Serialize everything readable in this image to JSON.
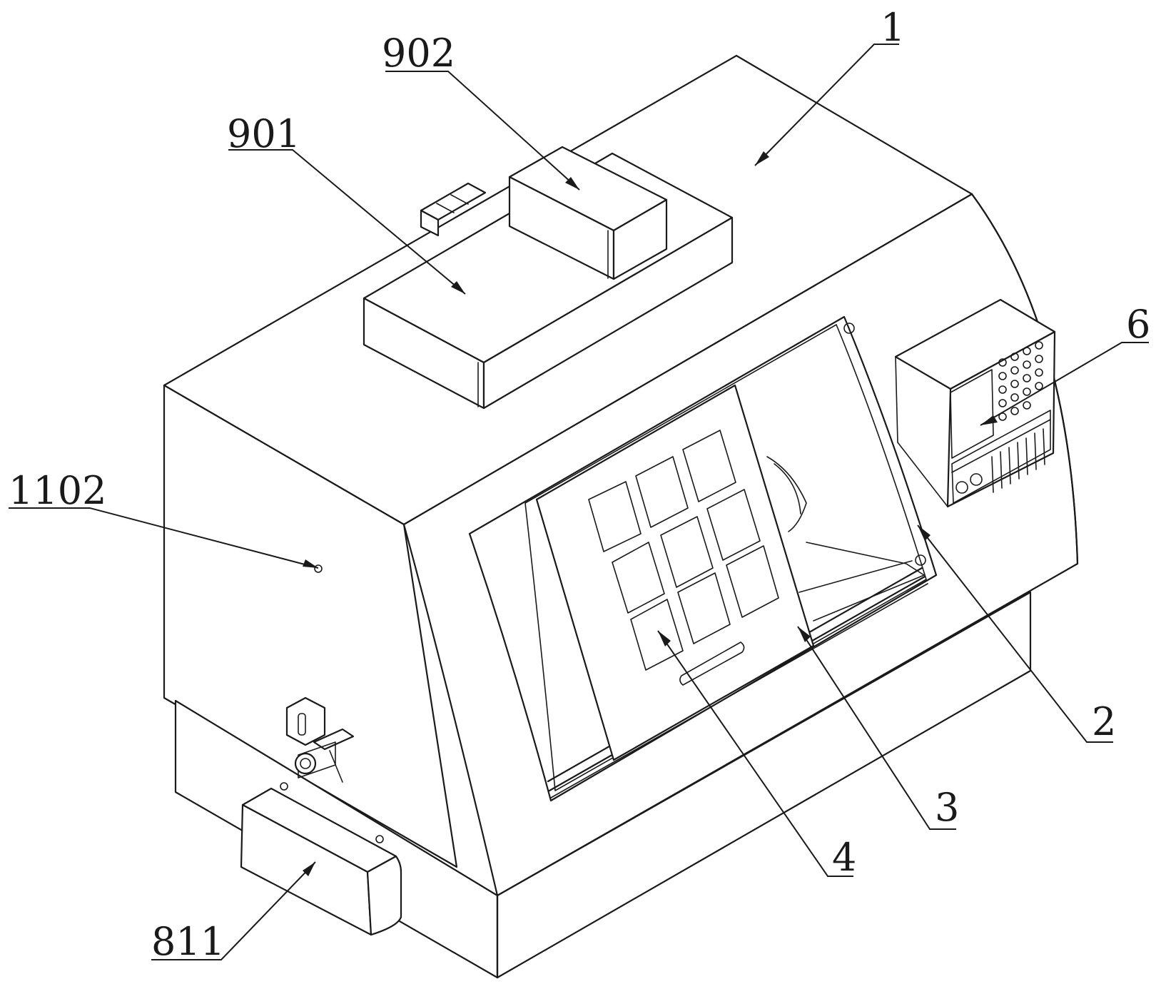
{
  "figure": {
    "callouts": [
      {
        "id": "c1",
        "label": "1"
      },
      {
        "id": "c902",
        "label": "902"
      },
      {
        "id": "c901",
        "label": "901"
      },
      {
        "id": "c6",
        "label": "6"
      },
      {
        "id": "c1102",
        "label": "1102"
      },
      {
        "id": "c2",
        "label": "2"
      },
      {
        "id": "c3",
        "label": "3"
      },
      {
        "id": "c4",
        "label": "4"
      },
      {
        "id": "c811",
        "label": "811"
      }
    ]
  }
}
